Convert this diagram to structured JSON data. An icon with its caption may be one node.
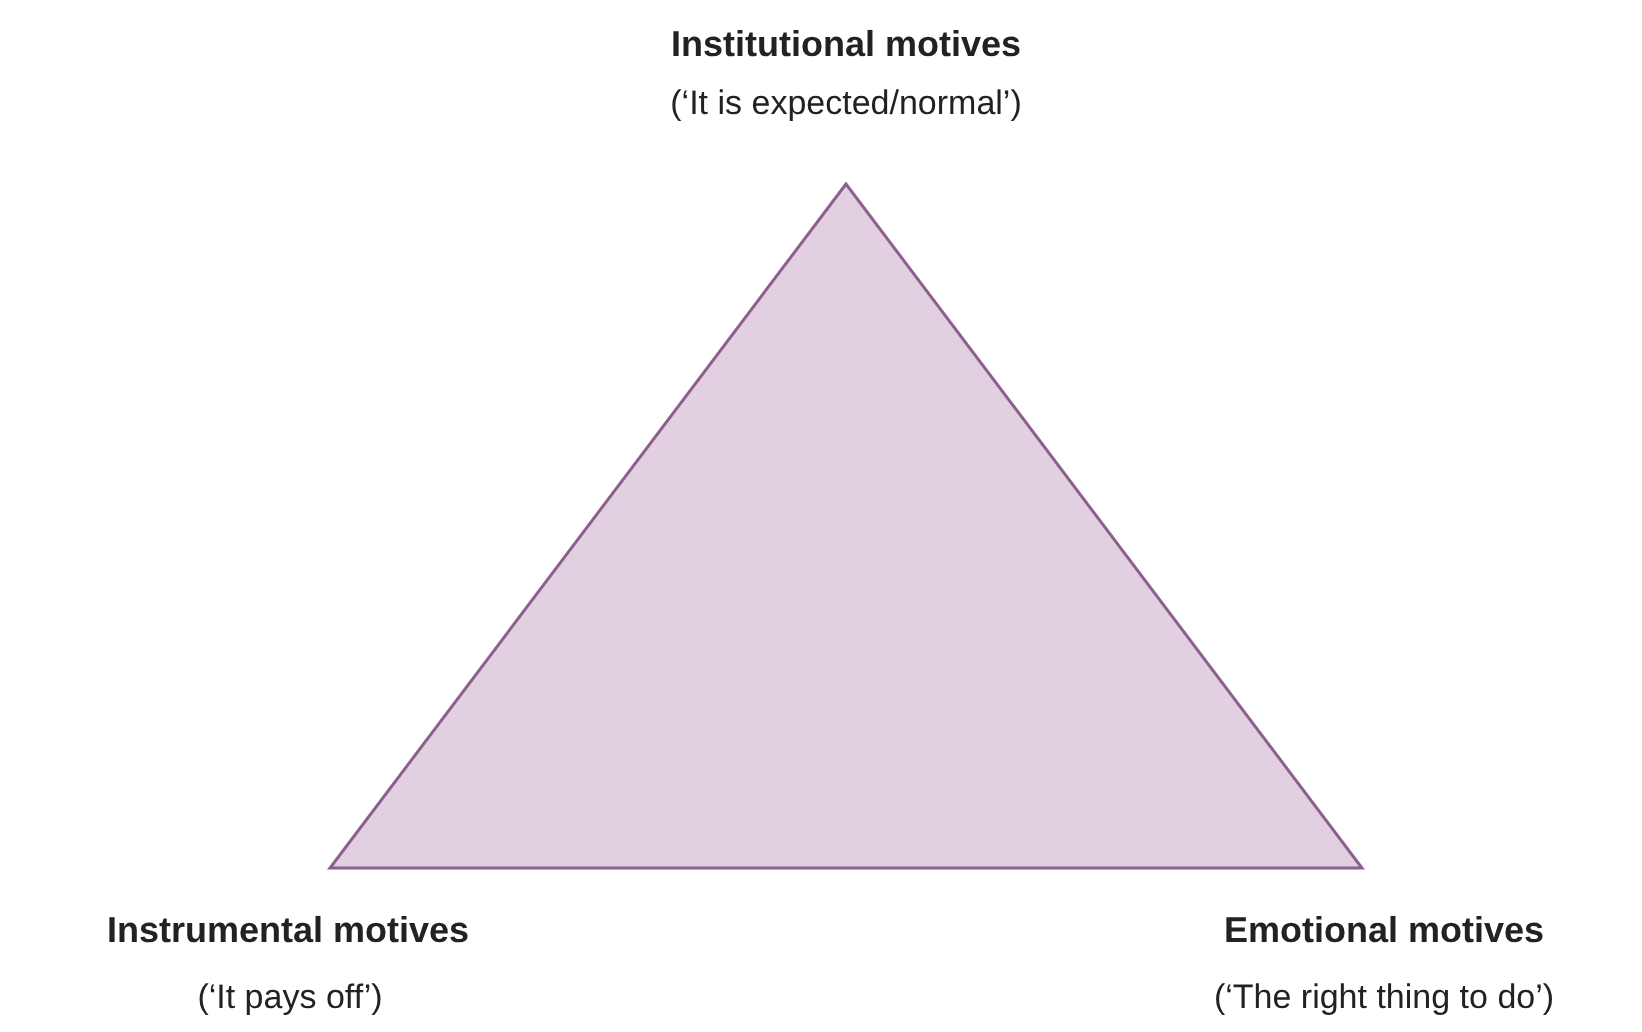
{
  "diagram": {
    "labels": [
      "Institutional motives",
      "(‘It is expected/normal’)",
      "Instrumental motives",
      "(‘It pays off’)",
      "Emotional motives",
      "(‘The right thing to do’)"
    ]
  }
}
